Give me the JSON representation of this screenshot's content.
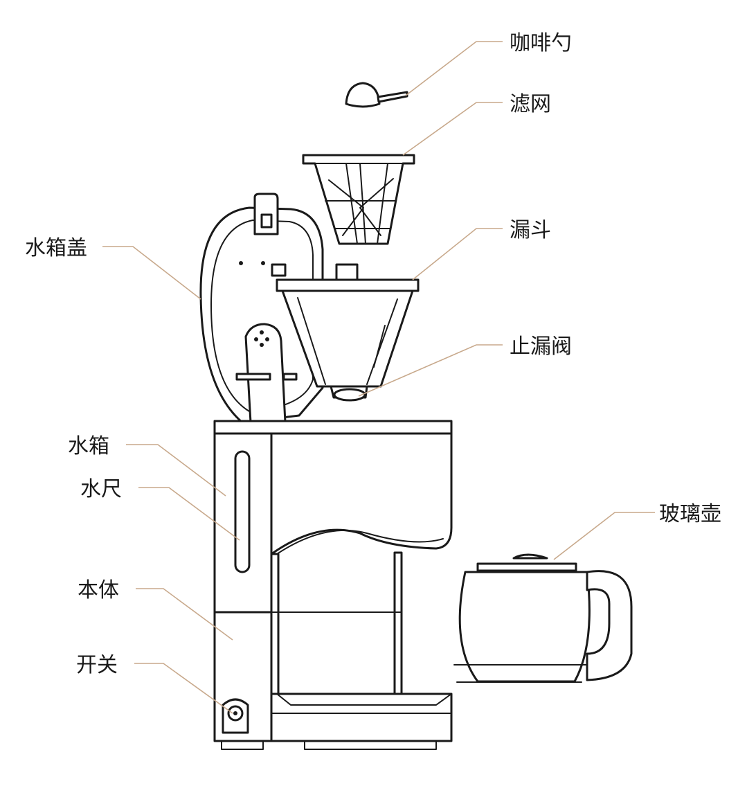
{
  "labels": {
    "coffee_spoon": "咖啡勺",
    "filter_mesh": "滤网",
    "funnel": "漏斗",
    "drip_stop_valve": "止漏阀",
    "water_tank_lid": "水箱盖",
    "water_tank": "水箱",
    "water_gauge": "水尺",
    "main_body": "本体",
    "power_switch": "开关",
    "glass_carafe": "玻璃壶"
  },
  "colors": {
    "outline": "#1a1a1a",
    "leader_line": "#c8a98c",
    "background": "#ffffff"
  }
}
